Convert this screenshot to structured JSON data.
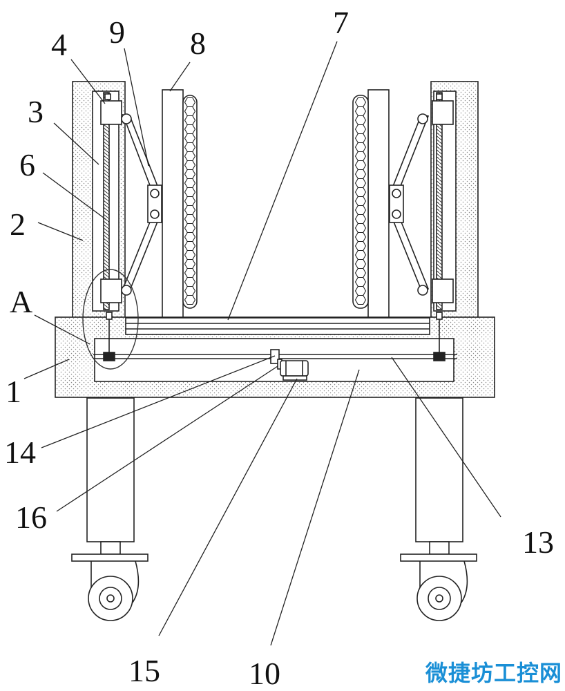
{
  "labels": {
    "l1": "1",
    "l2": "2",
    "l3": "3",
    "l4": "4",
    "l6": "6",
    "l7": "7",
    "l8": "8",
    "l9": "9",
    "l10": "10",
    "l13": "13",
    "l14": "14",
    "l15": "15",
    "l16": "16",
    "lA": "A"
  },
  "watermark": "微捷坊工控网",
  "colors": {
    "line": "#222222",
    "hatch": "#8a8a8a",
    "watermark": "#1a8fd6"
  }
}
